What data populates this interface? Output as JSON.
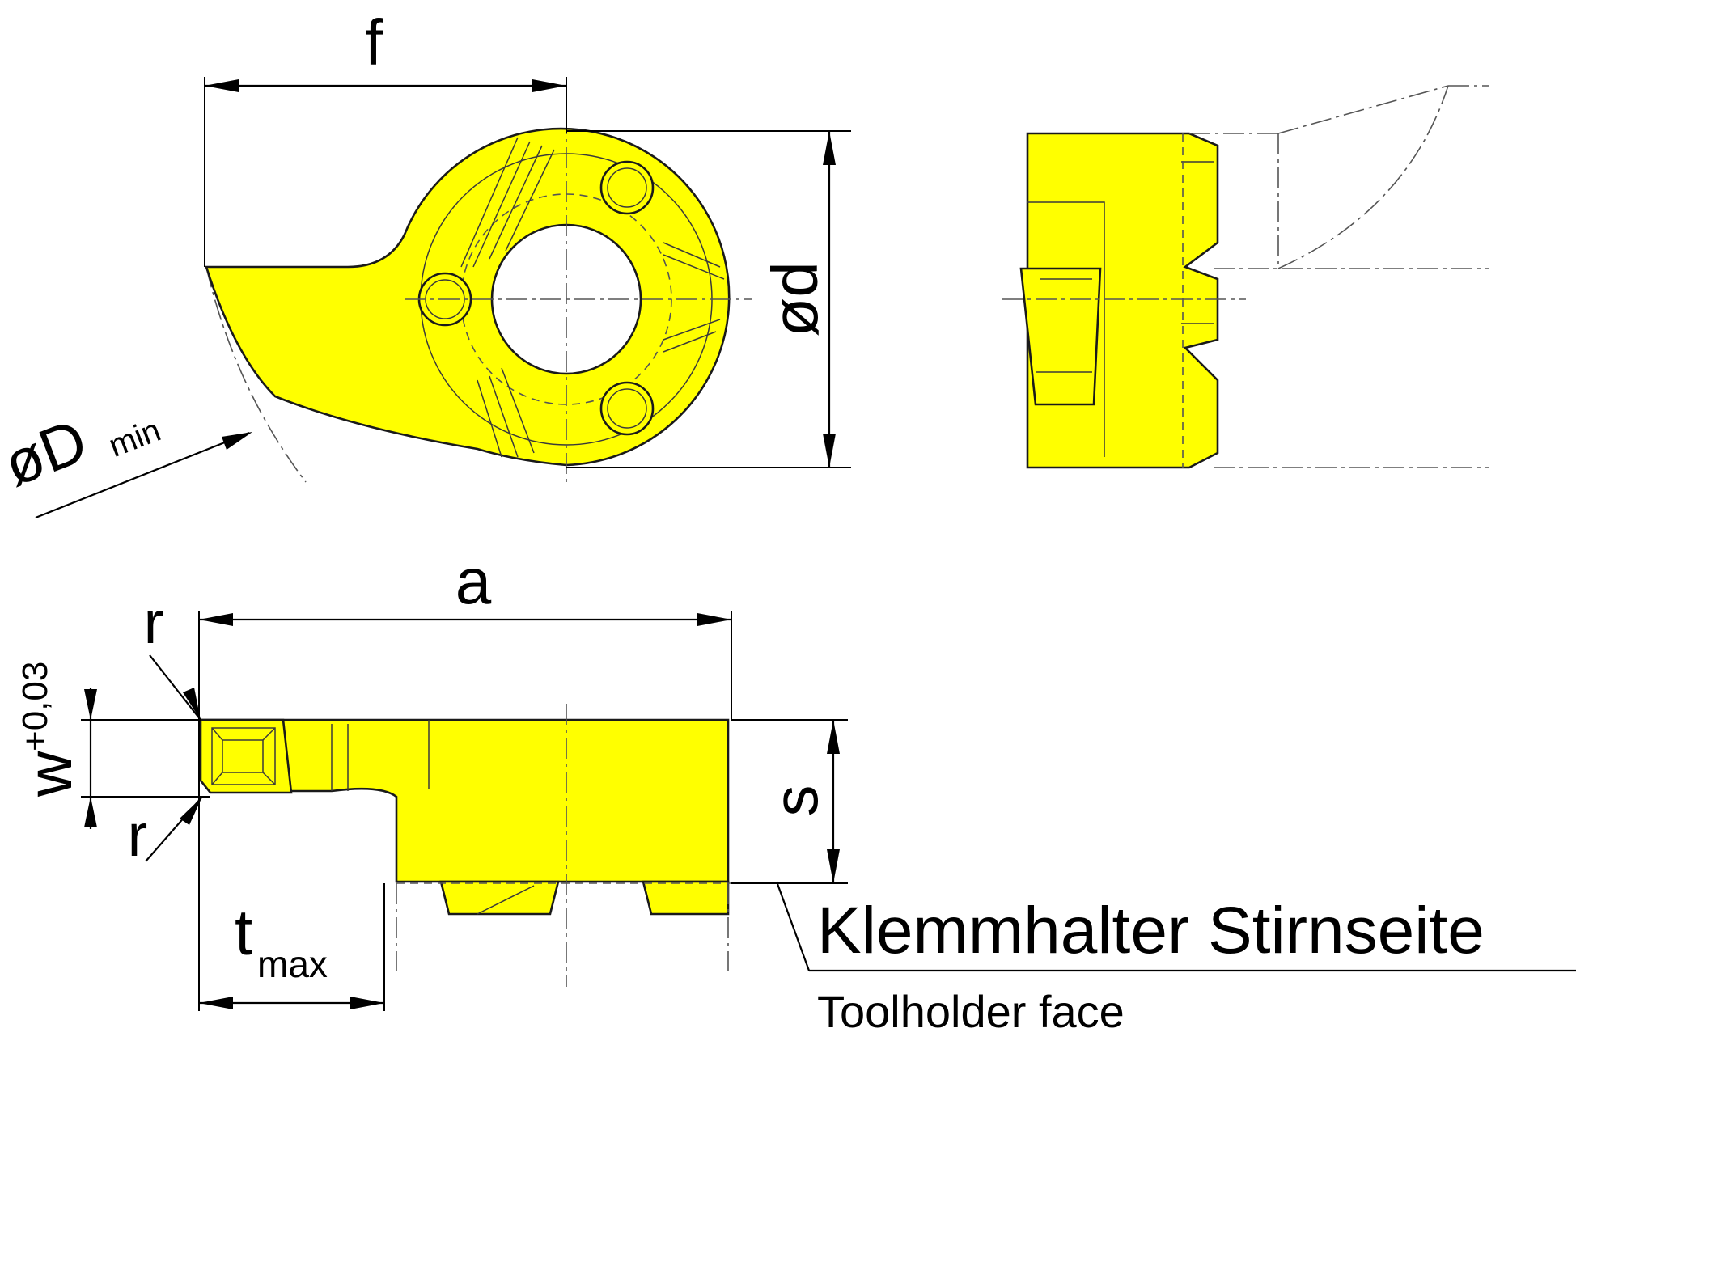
{
  "colors": {
    "insert": "#ffff00",
    "line": "#000000",
    "background": "#ffffff"
  },
  "labels": {
    "f": "f",
    "d": "ød",
    "D": "øD",
    "D_sub": "min",
    "a": "a",
    "r_top": "r",
    "r_bottom": "r",
    "w": "w",
    "w_tol": "+0,03",
    "s": "s",
    "t": "t",
    "t_sub": "max",
    "holder_de": "Klemmhalter Stirnseite",
    "holder_en": "Toolholder face"
  }
}
